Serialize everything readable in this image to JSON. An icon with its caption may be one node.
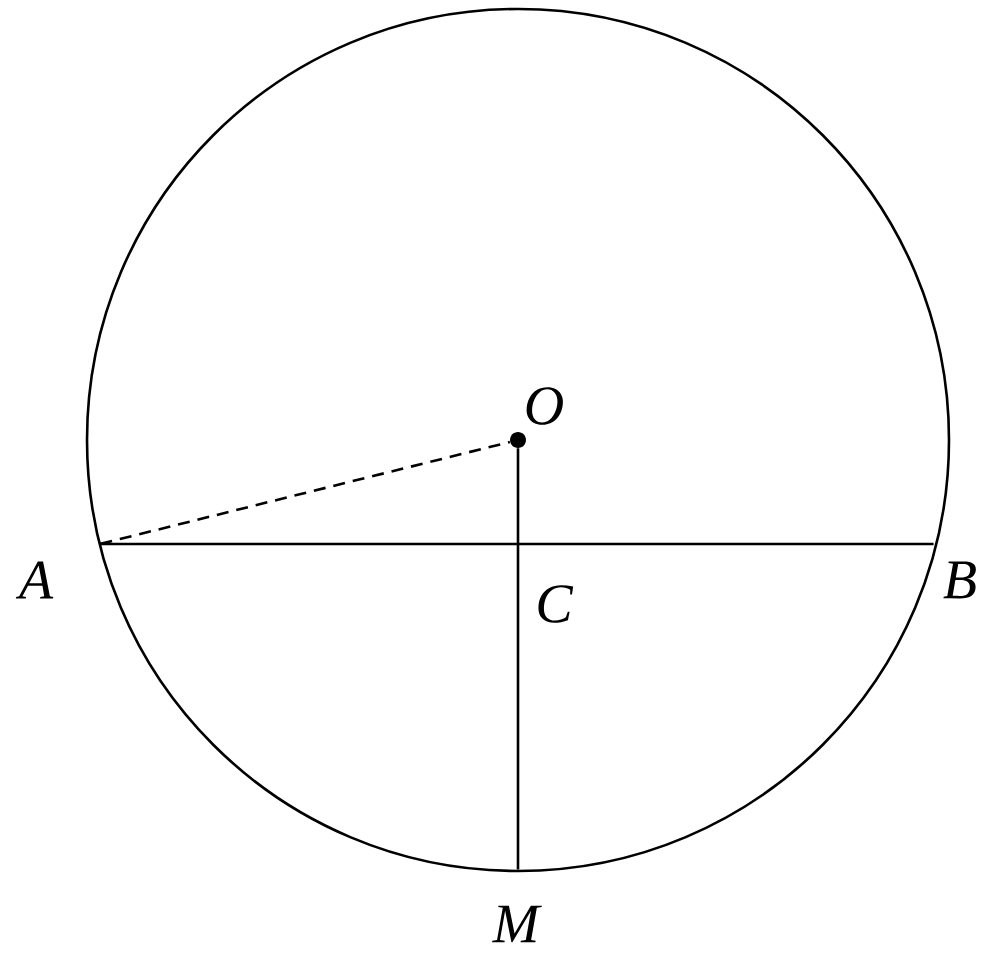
{
  "diagram": {
    "nodes": [
      {
        "text": [
          "O"
        ]
      },
      {
        "text": [
          "A"
        ]
      },
      {
        "text": [
          "B"
        ]
      },
      {
        "text": [
          "C"
        ]
      },
      {
        "text": [
          "M"
        ]
      }
    ],
    "edges": [
      {
        "from": 1,
        "to": 2,
        "arrow": "none"
      },
      {
        "from": 0,
        "to": 4,
        "arrow": "none"
      },
      {
        "from": 1,
        "to": 0,
        "arrow": "none",
        "style": "dashed"
      }
    ]
  }
}
